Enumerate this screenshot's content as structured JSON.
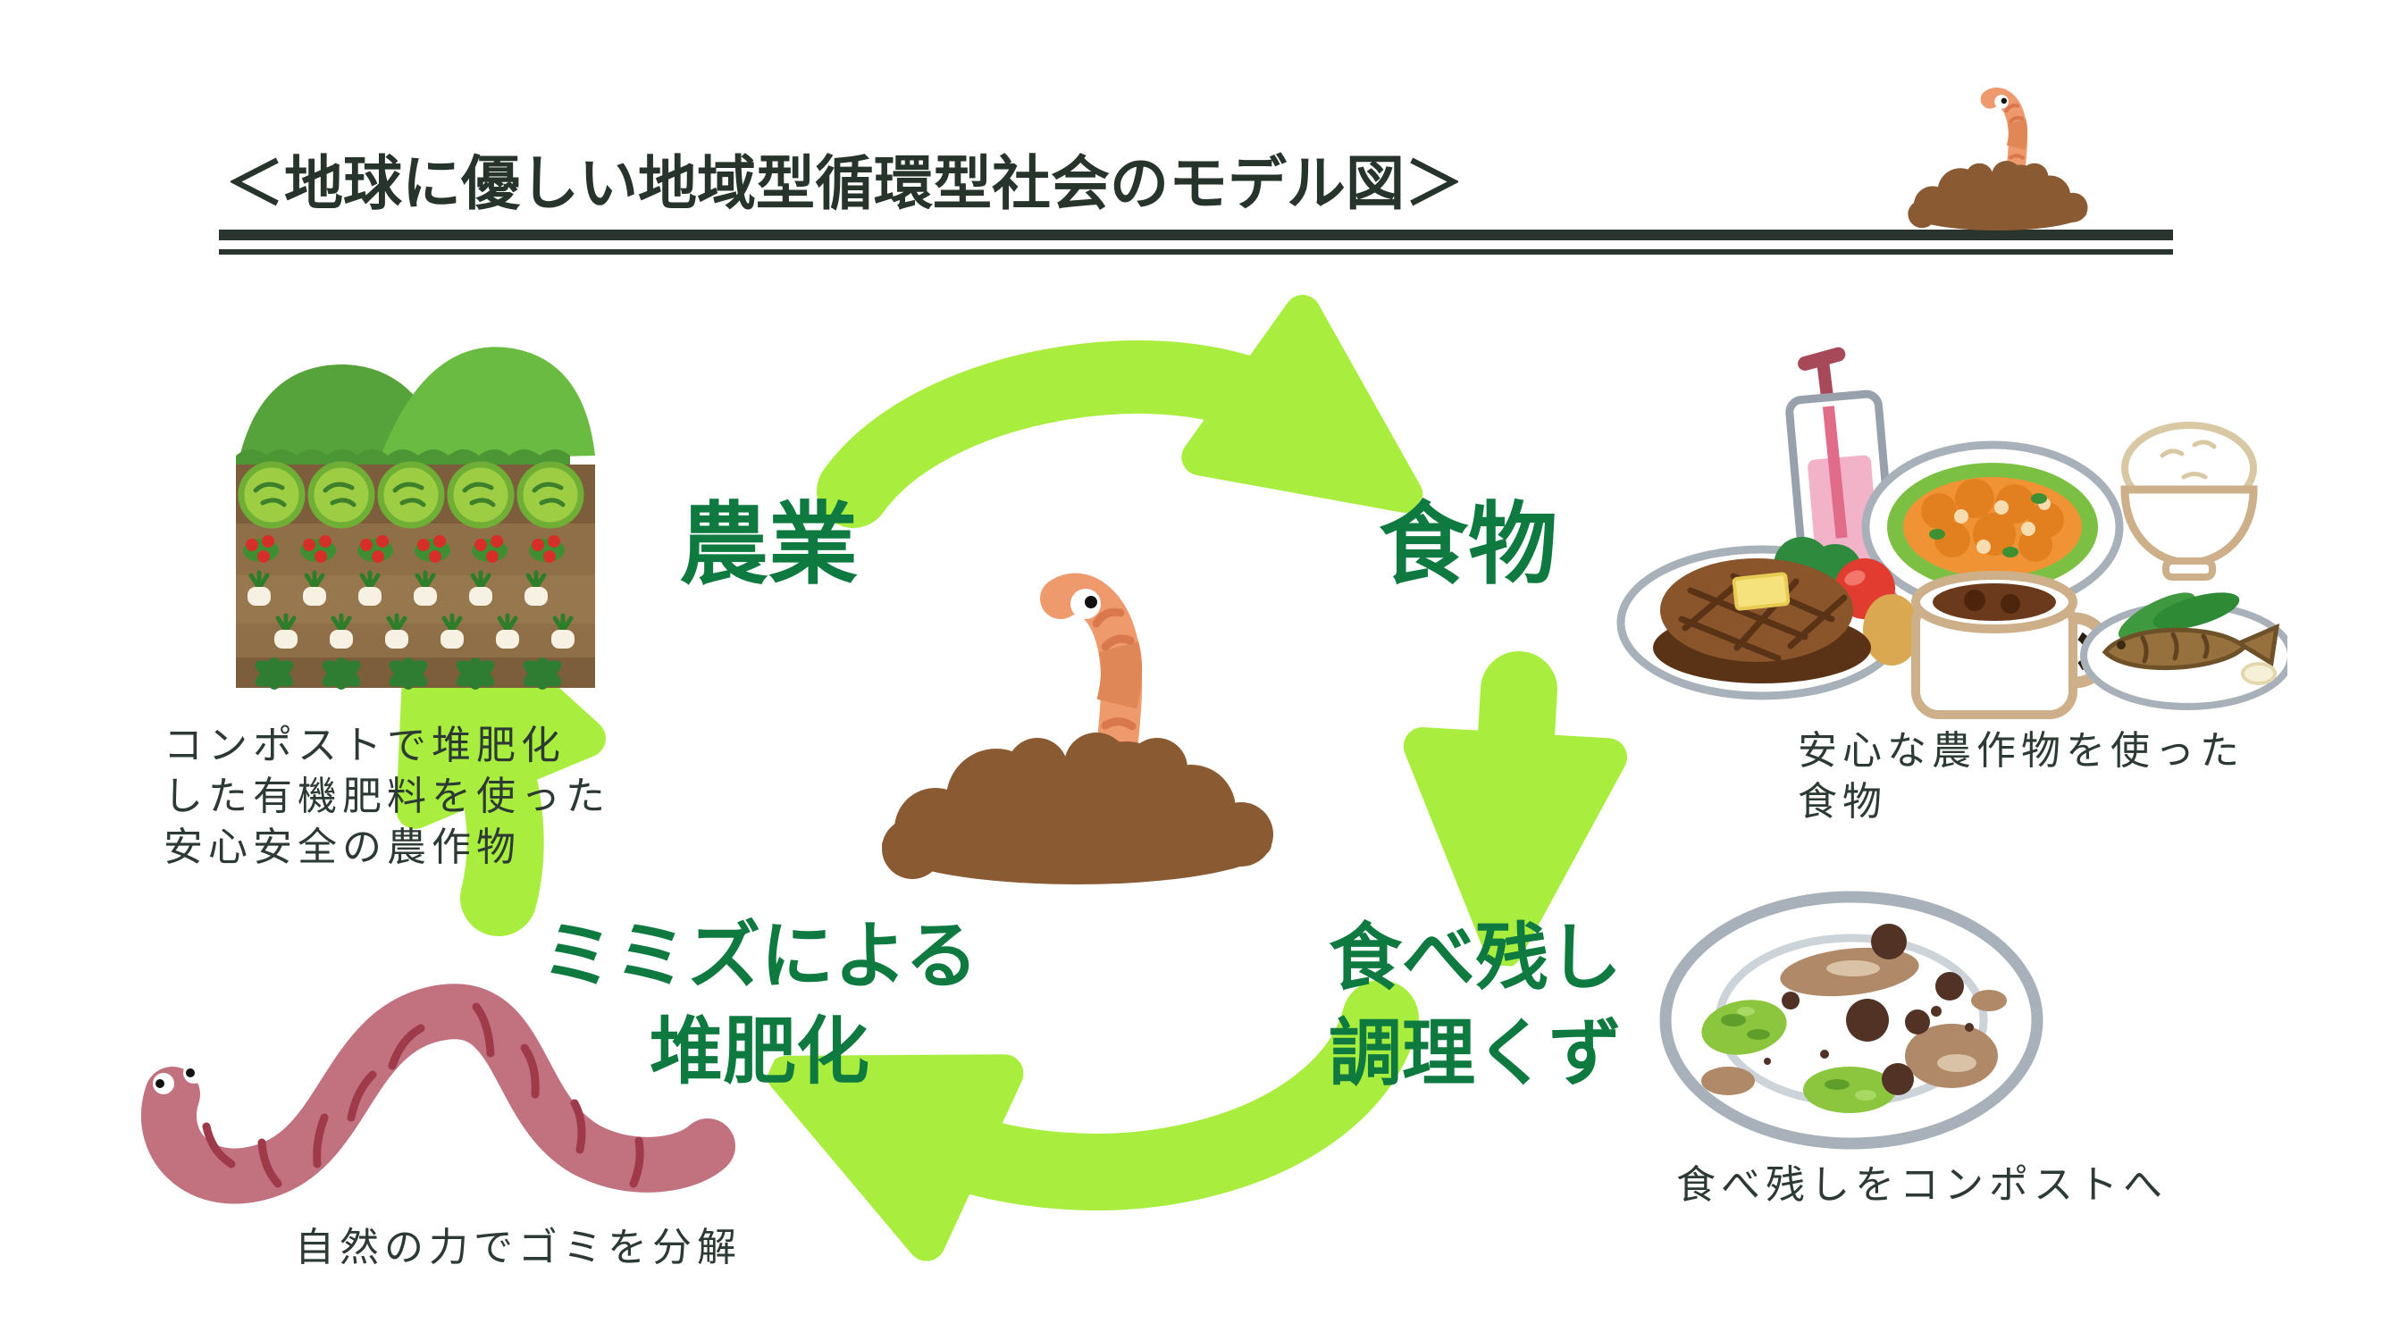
{
  "title": "＜地球に優しい地域型循環型社会のモデル図＞",
  "cycle": {
    "agriculture": "農業",
    "food": "食物",
    "leftovers_line1": "食べ残し",
    "leftovers_line2": "調理くず",
    "compost_line1": "ミミズによる",
    "compost_line2": "堆肥化"
  },
  "captions": {
    "agriculture_line1": "コンポストで堆肥化",
    "agriculture_line2": "した有機肥料を使った",
    "agriculture_line3": "安心安全の農作物",
    "food_line1": "安心な農作物を使った",
    "food_line2": "食物",
    "leftovers": "食べ残しをコンポストへ",
    "decompose": "自然の力でゴミを分解"
  },
  "colors": {
    "arrow_green": "#a9ee3f",
    "label_green": "#0f7a40",
    "title_color": "#27342c",
    "caption_color": "#2c3a33",
    "soil_brown": "#8a5a33",
    "worm_orange": "#ef9a6d",
    "earthworm_pink": "#c2717f"
  }
}
